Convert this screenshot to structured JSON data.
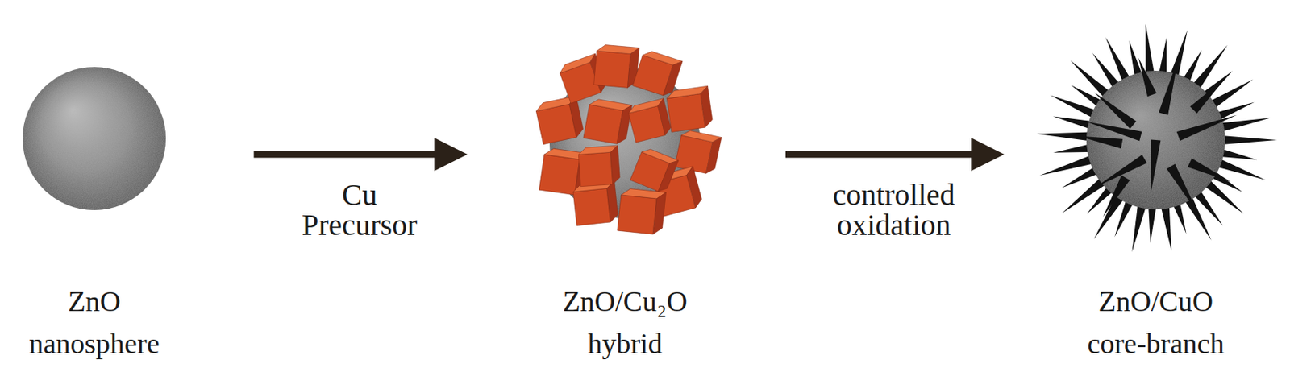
{
  "diagram": {
    "nodes": [
      {
        "text": [
          "ZnO nanosphere"
        ]
      },
      {
        "text": [
          "ZnO/Cu₂O hybrid"
        ]
      },
      {
        "text": [
          "ZnO/CuO core-branch"
        ]
      }
    ],
    "edges": [
      {
        "from": 0,
        "to": 1,
        "arrow": "to",
        "label": "Cu Precursor"
      },
      {
        "from": 1,
        "to": 2,
        "arrow": "to",
        "label": "controlled oxidation"
      }
    ]
  }
}
